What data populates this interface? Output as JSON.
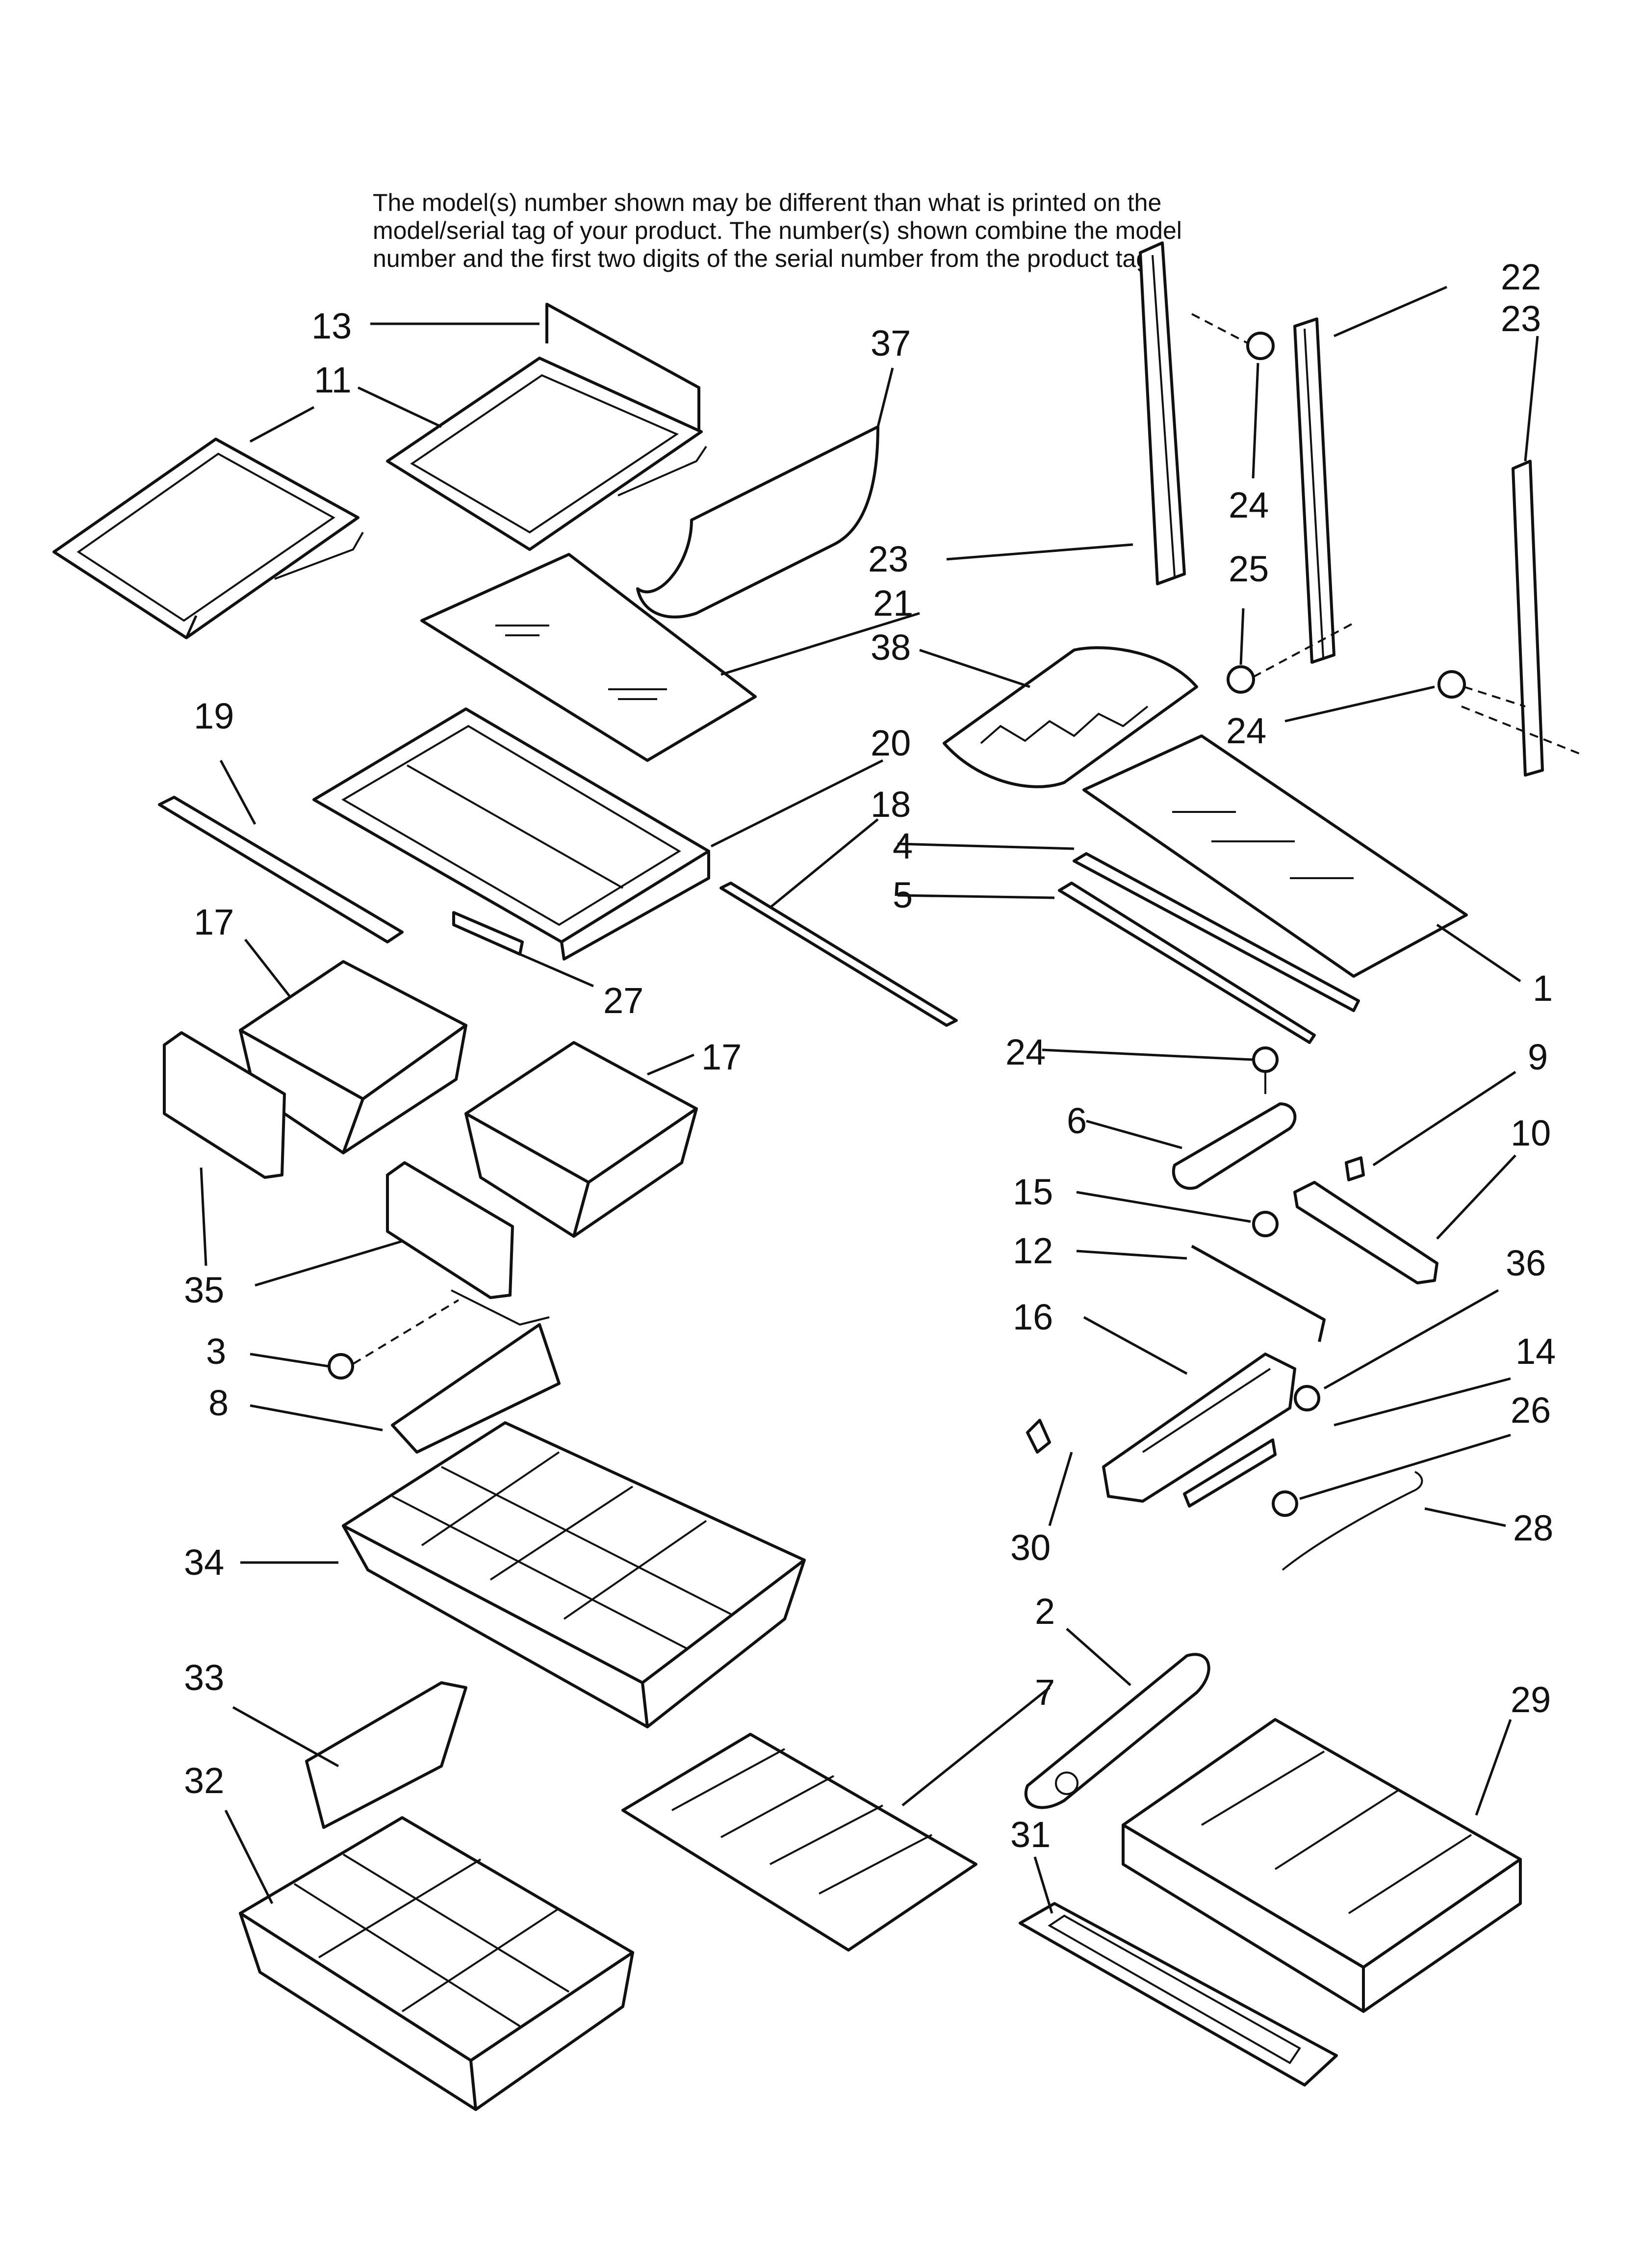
{
  "notice": {
    "line1": "The model(s) number shown may be different than what is printed on the",
    "line2": "model/serial tag of your product. The number(s) shown combine the model",
    "line3": "number and the first two digits of the serial number from the product tag."
  },
  "callouts": {
    "c13": "13",
    "c11": "11",
    "c37": "37",
    "c22": "22",
    "c23a": "23",
    "c23b": "23",
    "c24a": "24",
    "c25": "25",
    "c21": "21",
    "c38": "38",
    "c24b": "24",
    "c19": "19",
    "c20": "20",
    "c18": "18",
    "c4": "4",
    "c5": "5",
    "c1": "1",
    "c17a": "17",
    "c27": "27",
    "c17b": "17",
    "c24c": "24",
    "c9": "9",
    "c6": "6",
    "c10": "10",
    "c15": "15",
    "c12": "12",
    "c35": "35",
    "c36": "36",
    "c16": "16",
    "c3": "3",
    "c14": "14",
    "c8": "8",
    "c26": "26",
    "c34": "34",
    "c30": "30",
    "c28": "28",
    "c2": "2",
    "c33": "33",
    "c7": "7",
    "c29": "29",
    "c32": "32",
    "c31": "31"
  }
}
